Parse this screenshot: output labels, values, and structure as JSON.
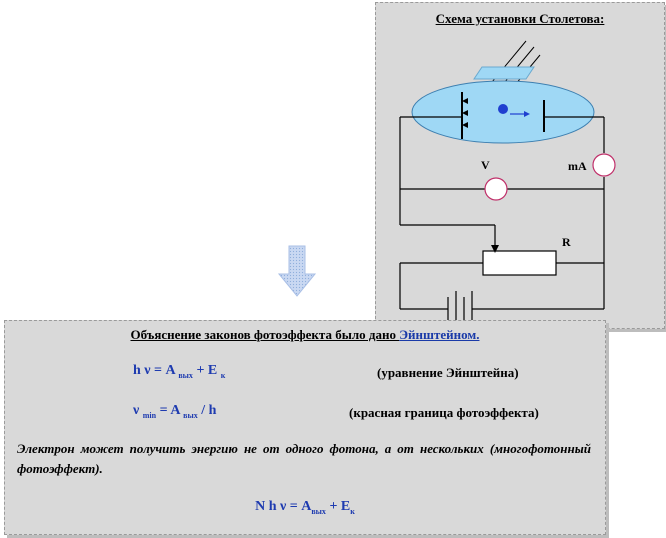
{
  "scheme": {
    "title": "Схема установки Столетова:",
    "voltmeter_label": "V",
    "ammeter_label": "mA",
    "resistor_label": "R"
  },
  "explanation": {
    "title_prefix": "Объяснение законов фотоэффекта было дано ",
    "title_link": "Эйнштейном.",
    "formula1": {
      "left": "h ν = A ",
      "sub1": "вых",
      "mid": " + E ",
      "sub2": "к",
      "note": "(уравнение Эйнштейна)"
    },
    "formula2": {
      "left": "ν ",
      "sub1": "min",
      "mid": " = A ",
      "sub2": "вых",
      "tail": "  / h",
      "note": "(красная граница фотоэффекта)"
    },
    "paragraph": "Электрон может получить энергию не от одного фотона, а от нескольких (многофотонный фотоэффект).",
    "formula3": {
      "left": "N h ν = A",
      "sub1": "вых",
      "mid": " + E",
      "sub2": "к"
    }
  },
  "colors": {
    "panel_bg": "#d9d9d9",
    "formula_blue": "#1e3bb0",
    "ellipse_fill": "#9fd8f5",
    "electron_blue": "#1f3fd0",
    "arrow_fill": "#c9d8f2"
  }
}
